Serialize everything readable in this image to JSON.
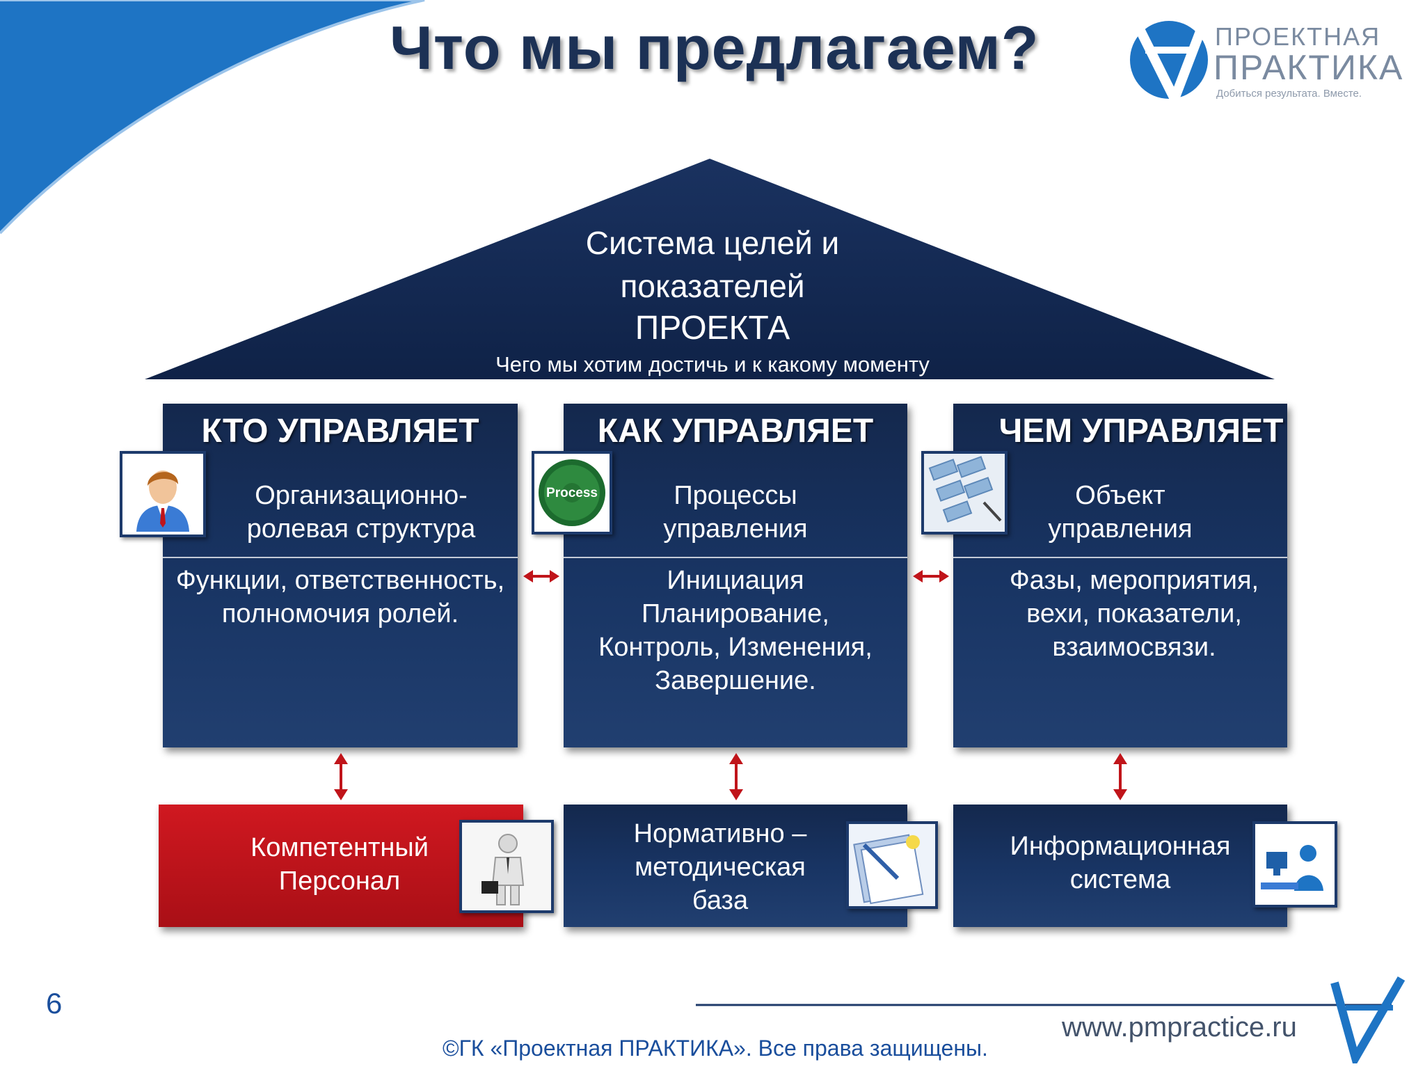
{
  "title": "Что мы предлагаем?",
  "logo": {
    "line1": "ПРОЕКТНАЯ",
    "line2": "ПРАКТИКА",
    "tagline": "Добиться результата. Вместе."
  },
  "roof": {
    "line1": "Система целей и",
    "line2": "показателей",
    "line3": "ПРОЕКТА",
    "subtitle": "Чего мы хотим достичь и к какому моменту"
  },
  "pillars": [
    {
      "heading": "КТО УПРАВЛЯЕТ",
      "sub_line1": "Организационно-",
      "sub_line2": "ролевая структура",
      "body": [
        "Функции, ответственность,",
        "полномочия ролей."
      ],
      "icon": "businessman-icon"
    },
    {
      "heading": "КАК УПРАВЛЯЕТ",
      "sub_line1": "Процессы",
      "sub_line2": "управления",
      "body": [
        "Инициация",
        "Планирование,",
        "Контроль, Изменения,",
        "Завершение."
      ],
      "icon": "process-gear-icon",
      "icon_label": "Process"
    },
    {
      "heading": "ЧЕМ УПРАВЛЯЕТ",
      "sub_line1": "Объект",
      "sub_line2": "управления",
      "body": [
        "Фазы, мероприятия,",
        "вехи, показатели,",
        "взаимосвязи."
      ],
      "icon": "documents-icon"
    }
  ],
  "foundation": [
    {
      "lines": [
        "Компетентный",
        "Персонал"
      ],
      "color": "#c0141a",
      "icon": "person-briefcase-icon"
    },
    {
      "lines": [
        "Нормативно –",
        "методическая",
        "база"
      ],
      "color": "#1b3563",
      "icon": "notepad-pen-icon"
    },
    {
      "lines": [
        "Информационная",
        "система"
      ],
      "color": "#1b3563",
      "icon": "computer-user-icon"
    }
  ],
  "colors": {
    "arrow": "#c0141a",
    "title": "#1c3155",
    "accent_blue": "#1e74c4",
    "logo_text": "#7a8aa0"
  },
  "page_number": "6",
  "footer": {
    "copyright": "©ГК «Проектная ПРАКТИКА». Все права защищены.",
    "url": "www.pmpractice.ru"
  }
}
